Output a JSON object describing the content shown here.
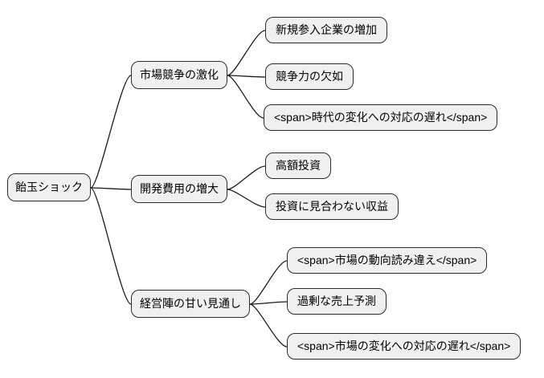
{
  "diagram": {
    "type": "mindmap",
    "root": {
      "label": "飴玉ショック"
    },
    "branches": [
      {
        "label": "市場競争の激化",
        "children": [
          {
            "label": "新規参入企業の増加"
          },
          {
            "label": "競争力の欠如"
          },
          {
            "label": "<span>時代の変化への対応の遅れ</span>"
          }
        ]
      },
      {
        "label": "開発費用の増大",
        "children": [
          {
            "label": "高額投資"
          },
          {
            "label": "投資に見合わない収益"
          }
        ]
      },
      {
        "label": "経営陣の甘い見通し",
        "children": [
          {
            "label": "<span>市場の動向読み違え</span>"
          },
          {
            "label": "過剰な売上予測"
          },
          {
            "label": "<span>市場の変化への対応の遅れ</span>"
          }
        ]
      }
    ],
    "colors": {
      "background": "#ffffff",
      "node_fill": "#f0f0f0",
      "node_border": "#2b2b2b",
      "connector": "#1a1a1a"
    }
  }
}
